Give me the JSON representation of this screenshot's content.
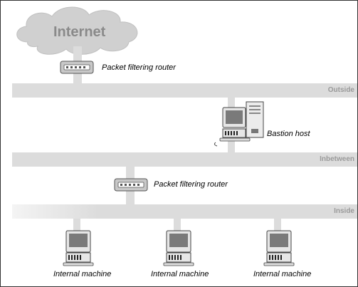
{
  "cloud": {
    "label": "Internet"
  },
  "networks": [
    {
      "id": "outside",
      "label": "Outside"
    },
    {
      "id": "inbetween",
      "label": "Inbetween"
    },
    {
      "id": "inside",
      "label": "Inside"
    }
  ],
  "routers": [
    {
      "id": "exterior-router",
      "label": "Packet filtering router"
    },
    {
      "id": "interior-router",
      "label": "Packet filtering router"
    }
  ],
  "bastion": {
    "label": "Bastion host"
  },
  "internal_machines": [
    {
      "label": "Internal machine"
    },
    {
      "label": "Internal machine"
    },
    {
      "label": "Internal machine"
    }
  ],
  "colors": {
    "network_bar": "#dcdcdc",
    "network_label": "#9a9a9a",
    "cloud": "#d0d0d0",
    "router": "#c8c8c8"
  }
}
